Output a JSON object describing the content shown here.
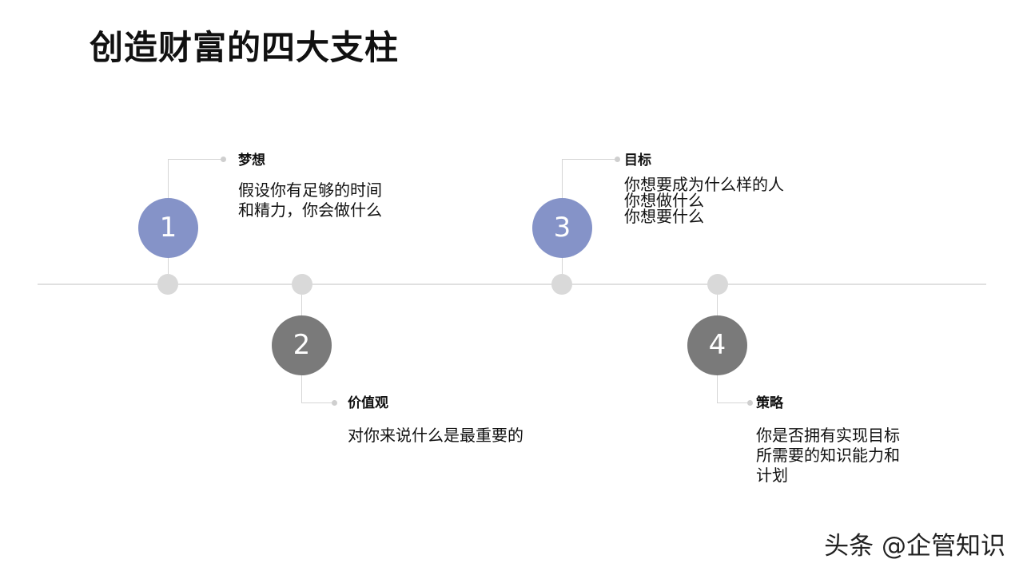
{
  "title": "创造财富的四大支柱",
  "pillars": [
    {
      "number": "1",
      "label": "梦想",
      "desc_lines": [
        "假设你有足够的时间",
        "和精力，你会做什么"
      ]
    },
    {
      "number": "2",
      "label": "价值观",
      "desc_lines": [
        "对你来说什么是最重要的"
      ]
    },
    {
      "number": "3",
      "label": "目标",
      "desc_lines": [
        "你想要成为什么样的人",
        "你想做什么",
        "你想要什么"
      ]
    },
    {
      "number": "4",
      "label": "策略",
      "desc_lines": [
        "你是否拥有实现目标",
        "所需要的知识能力和",
        "计划"
      ]
    }
  ],
  "watermark": "头条 @企管知识",
  "colors": {
    "upper_circle": "#8593c8",
    "lower_circle": "#7a7a7a",
    "axis": "#e0e0e0"
  }
}
